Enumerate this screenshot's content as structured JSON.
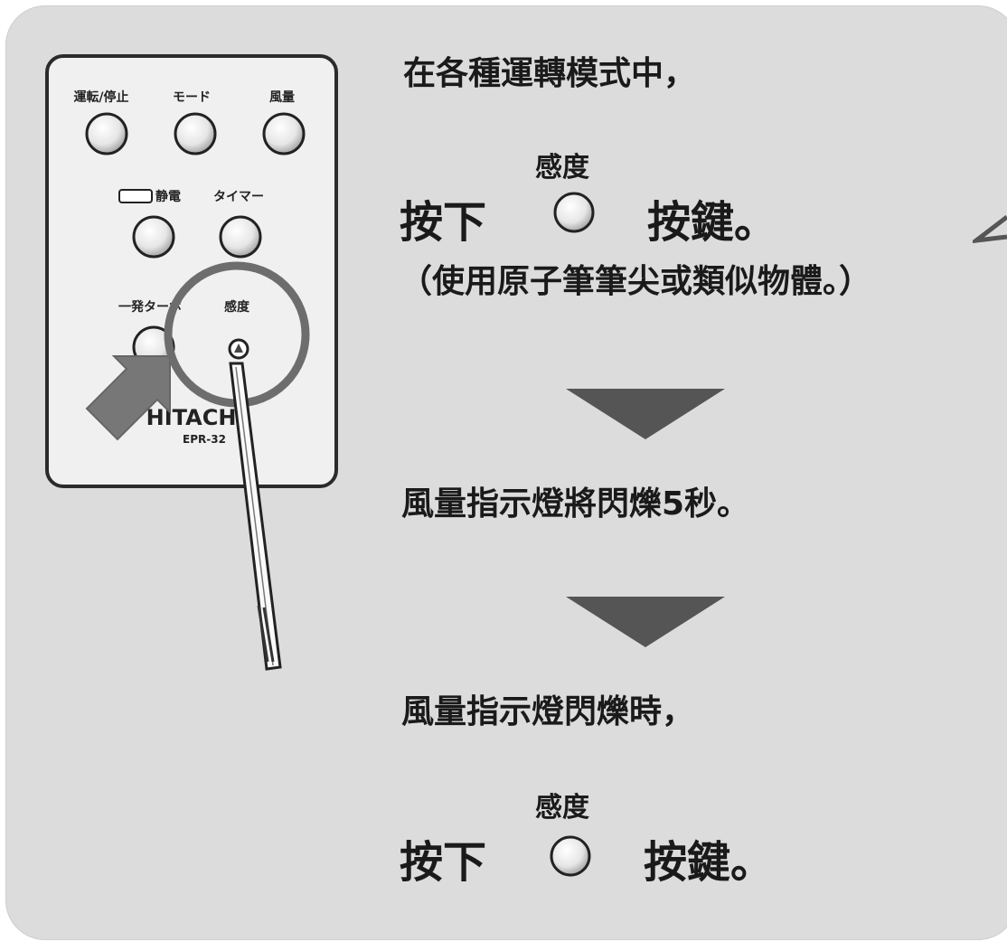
{
  "steps": {
    "step1_text": "在各種運轉模式中，",
    "button_caption_1": "感度",
    "press_word_1": "按下",
    "key_word_1": "按鍵。",
    "hint_text": "（使用原子筆筆尖或類似物體。）",
    "step2_text": "風量指示燈將閃爍5秒。",
    "step3_text": "風量指示燈閃爍時，",
    "button_caption_2": "感度",
    "press_word_2": "按下",
    "key_word_2": "按鍵。"
  },
  "remote": {
    "button_labels": [
      "運転/停止",
      "モード",
      "風量",
      "静電",
      "タイマー",
      "一発ターボ",
      "感度"
    ],
    "brand": "HITACHI",
    "model": "EPR-32"
  },
  "colors": {
    "panel_bg": "#dcdcdc",
    "text": "#1a1a1a",
    "arrow": "#555555",
    "remote_body": "#f0f0f0"
  }
}
